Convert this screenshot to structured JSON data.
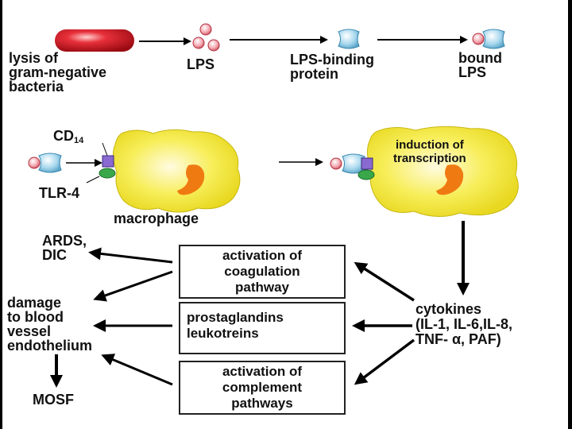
{
  "labels": {
    "lysis": "lysis of\ngram-negative\nbacteria",
    "lps": "LPS",
    "lps_binding_protein": "LPS-binding\nprotein",
    "bound_lps": "bound\nLPS",
    "cd": "CD",
    "cd_sub": "14",
    "tlr4": "TLR-4",
    "macrophage": "macrophage",
    "induction": "induction of\ntranscription",
    "cytokines": "cytokines\n(IL-1, IL-6,IL-8,\nTNF- α, PAF)",
    "ards": "ARDS,\nDIC",
    "damage": "damage\nto blood\nvessel\nendothelium",
    "mosf": "MOSF"
  },
  "boxes": {
    "coagulation": "activation of\ncoagulation\npathway",
    "prostaglandins": "prostaglandins\nleukotreins",
    "complement": "activation of\ncomplement\npathways"
  },
  "colors": {
    "bacteria_red": "#d8202a",
    "lps_pink": "#f2a0a8",
    "protein_blue": "#a8d8ee",
    "macrophage_yellow": "#f6ec3c",
    "nucleus_orange": "#f07a12",
    "cd14_purple": "#7a5cc0",
    "tlr4_green": "#3aa84a"
  }
}
